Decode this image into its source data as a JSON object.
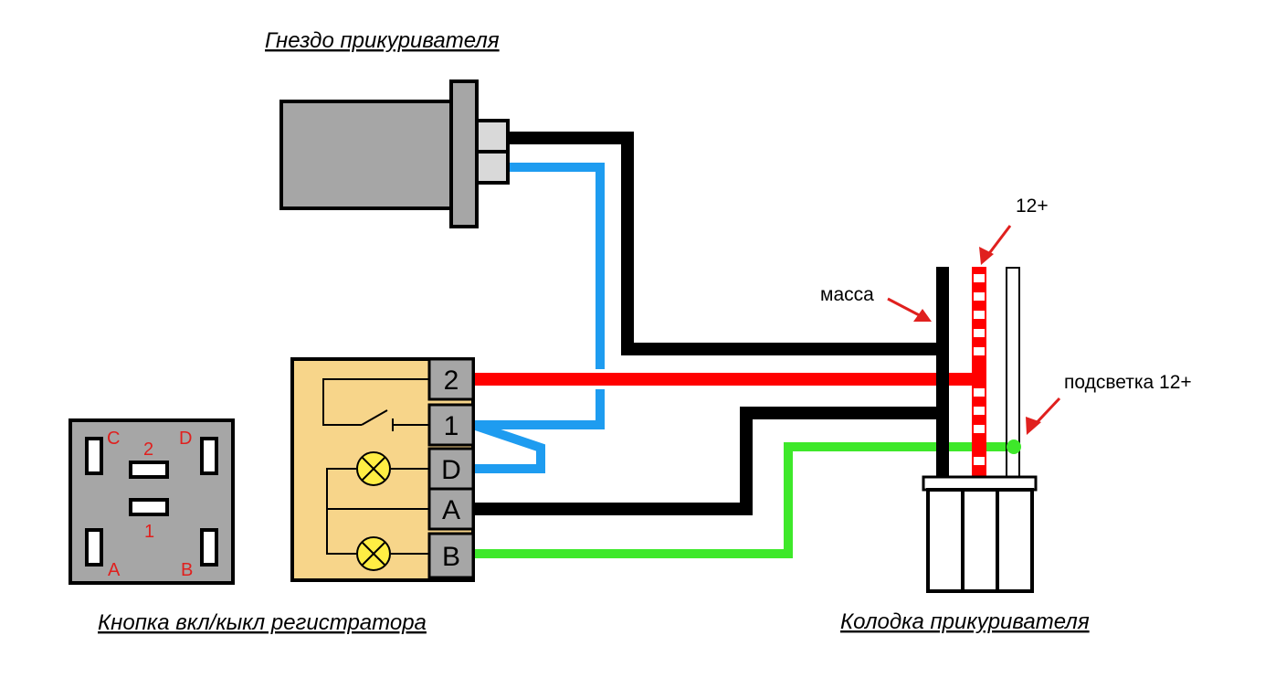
{
  "titles": {
    "socket": "Гнездо прикуривателя",
    "button": "Кнопка вкл/кыкл регистратора",
    "connector": "Колодка прикуривателя"
  },
  "labels": {
    "ground": "масса",
    "plus12": "12+",
    "backlight": "подсветка 12+"
  },
  "switch_pins": [
    "2",
    "1",
    "D",
    "A",
    "B"
  ],
  "button_pins": {
    "c": "C",
    "d": "D",
    "two": "2",
    "one": "1",
    "a": "A",
    "b": "B"
  },
  "colors": {
    "wire_black": "#000000",
    "wire_red": "#ff0000",
    "wire_blue": "#1e9cf0",
    "wire_green": "#3ee82a",
    "switch_body": "#f7d58a",
    "metal_gray": "#a6a6a6",
    "lamp_yellow": "#ffee44",
    "label_red": "#e0201e"
  }
}
